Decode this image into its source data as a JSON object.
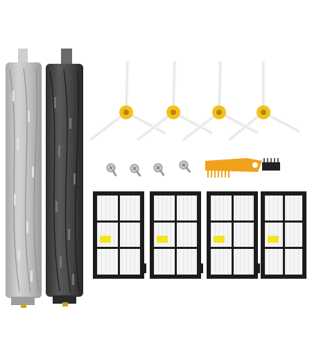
{
  "scene": {
    "description_items": [
      "roller-brush-gray",
      "roller-brush-black",
      "side-brush",
      "screw",
      "cleaning-tool",
      "hepa-filter"
    ],
    "counts": {
      "roller_brushes": 2,
      "side_brushes": 4,
      "screws": 4,
      "cleaning_tools": 1,
      "filters": 4
    },
    "colors": {
      "background": "#ffffff",
      "gray_roller": "#b9b9b9",
      "black_roller": "#3f3f3f",
      "brush_hub": "#f2c21b",
      "brush_arm": "#f4f4f4",
      "filter_frame": "#1c1c1c",
      "filter_media": "#f3f3f3",
      "filter_tab": "#f3e51c",
      "tool": "#f0a21a"
    }
  }
}
